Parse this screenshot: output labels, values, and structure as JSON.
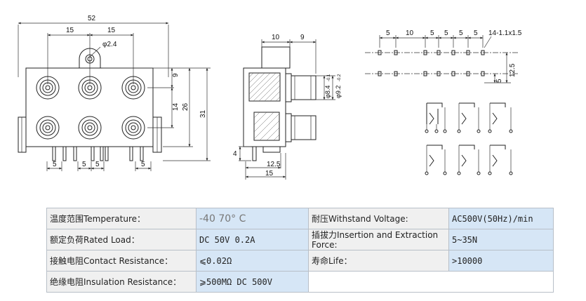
{
  "drawing": {
    "front_view": {
      "dim_overall_width": "52",
      "dim_pitch_top": "15",
      "dim_pitch_top_2": "15",
      "dim_hole": "φ2.4",
      "dim_right_9": "9",
      "dim_right_14": "14",
      "dim_right_26": "26",
      "dim_right_31": "31",
      "dim_pins": [
        "5",
        "5",
        "5",
        "5"
      ]
    },
    "side_view": {
      "dim_top_10": "10",
      "dim_top_9": "9",
      "dim_dia_inner": "φ8.4",
      "dim_dia_inner_sub": "-0.1",
      "dim_dia_outer": "φ9.2",
      "dim_dia_outer_sub": "-0.2",
      "dim_left_4": "4",
      "dim_bottom_12_5": "12.5",
      "dim_bottom_15": "15"
    },
    "pcb_layout": {
      "dim_pitches": [
        "5",
        "10",
        "5",
        "5",
        "5",
        "5"
      ],
      "dim_holes": "14-1.1x1.5",
      "dim_right_12_5": "12.5",
      "dim_right_5": "5"
    }
  },
  "specs": {
    "temperature_label": "温度范围Temperature：",
    "temperature_value": "-40  70° C",
    "voltage_label": "耐压Withstand Voltage:",
    "voltage_value": "AC500V(50Hz)/min",
    "load_label": "额定负荷Rated Load：",
    "load_value": "DC 50V 0.2A",
    "force_label_1": "插拔力Insertion and Extraction",
    "force_label_2": "Force:",
    "force_value": "5~35N",
    "contact_label": "接触电阻Contact Resistance：",
    "contact_value": "⩽0.02Ω",
    "life_label": "寿命Life：",
    "life_value": ">10000",
    "insulation_label": "绝缘电阻Insulation Resistance：",
    "insulation_value": "⩾500MΩ  DC  500V"
  }
}
